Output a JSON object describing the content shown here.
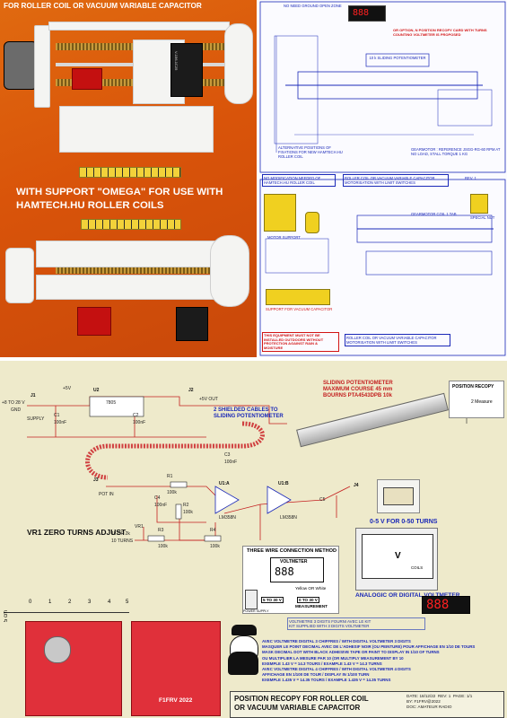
{
  "photo": {
    "caption_top": "FOR ROLLER COIL OR VACUUM VARIABLE CAPACITOR",
    "caption_middle_1": "WITH SUPPORT \"OMEGA\" FOR USE WITH",
    "caption_middle_2": "HAMTECH.HU ROLLER COILS",
    "switch_text": "V-156-1C25"
  },
  "drawing": {
    "note_top_left": "NO NEED GROUND OPEN ZONE",
    "note_option": "OR OPTION, N POSITION RECOPY CARD WITH TURNS COUNTING VOLTMETER IS PROPOSED",
    "pot_label": "10 k SLIDING POTENTIOMETER",
    "alt_positions": "ALTERNATIVE POSITIONS OF FIXATIONS FOR NEW HAMTECH.HU ROLLER COIL",
    "gearmotor_note": "GEARMOTOR : REFERENCE JSGG-RG-60 RPM AT NO LOAD, STALL TORQUE 1 KG",
    "no_modification": "NO MODIFICATION NEEDED OF HAMTECH.HU ROLLER COIL",
    "title_1": "ROLLER COIL OR VACUUM VARIABLE CAPACITOR",
    "title_2": "MOTORISATION WITH LIMIT SWITCHES",
    "rev": "REV. 1",
    "gearmotor_ref": "GEARMOTOR COIL 1 TAB",
    "special_nut": "SPECIAL NUT",
    "motor_support": "MOTOR SUPPORT",
    "support_vacuum": "SUPPORT FOR VACUUM CAPACITOR",
    "warning": "THIS EQUIPMENT MUST NOT BE INSTALLED OUTDOORS WITHOUT PROTECTION AGAINST RAIN & MOISTURE",
    "title_3": "ROLLER COIL OR VACUUM VARIABLE CAPACITOR",
    "title_4": "MOTORISATION WITH LIMIT SWITCHES"
  },
  "schematic": {
    "j1": "J1",
    "j1_label": "+8 TO 28 V",
    "gnd": "GND",
    "supply": "SUPPLY",
    "c1": "C1",
    "c1_val": "100nF",
    "u2": "U2",
    "u2_val": "7805",
    "c2": "C2",
    "c2_val": "100nF",
    "j2": "J2",
    "j2_label": "+5V OUT",
    "plus5v": "+5V",
    "shielded": "2 SHIELDED CABLES TO SLIDING POTENTIOMETER",
    "pot_title_1": "SLIDING POTENTIOMETER",
    "pot_title_2": "MAXIMUM COURSE 45 mm",
    "pot_title_3": "BOURNS PTA4543DPB 10k",
    "position_recopy": "POSITION RECOPY",
    "two_measure": "2 Measure",
    "c3": "C3",
    "c3_val": "100nF",
    "j3": "J3",
    "j3_label": "POT IN",
    "r1": "R1",
    "r1_val": "100k",
    "r2": "R2",
    "r2_val": "100k",
    "c4": "C4",
    "c4_val": "100nF",
    "u1a": "U1:A",
    "u1a_val": "LM358N",
    "u1b": "U1:B",
    "u1b_val": "LM358N",
    "c5": "C5",
    "j4": "J4",
    "vr1": "VR1",
    "vr1_val": "1k OR 2k",
    "vr1_turns": "10 TURNS",
    "r3": "R3",
    "r3_val": "100k",
    "r4": "R4",
    "r4_val": "100k",
    "zero_adjust": "VR1 ZERO TURNS ADJUST",
    "volt_range": "0-5 V FOR 0-50 TURNS",
    "three_wire": "THREE WIRE CONNECTION METHOD",
    "voltmeter": "VOLTMETER",
    "yellow_white": "Yellow OR White",
    "five_to_30": "5 TO 30 V",
    "zero_to_30": "0 TO 30 V",
    "measurement": "MEASUREMENT",
    "power_supply": "POWER SUPPLY",
    "analog_digital": "ANALOGIC OR DIGITAL VOLTMETER",
    "meter_v": "V",
    "meter_coils": "COILS",
    "voltmeter_kit_1": "VOLTMETRE 3 DIGITS FOURNI AVEC LE KIT",
    "voltmeter_kit_2": "KIT SUPPLIED WITH 3 DIGITS VOLTMETER",
    "fr_1": "AVEC VOLTMETRE DIGITAL 3 CHIFFRES  /  WITH DIGITAL VOLTMETER 3 DIGITS",
    "fr_2": "MASQUER LE POINT DECIMAL AVEC DE L'ADHESIF NOIR (OU PEINTURE) POUR AFFICHAGE EN 1/10 DE TOURS",
    "fr_3": "MASK DECIMAL DOT WITH BLACK ADHESIVE TAPE OR PAINT TO DISPLAY IN 1/10 OF TURNS",
    "fr_4": "OU MULTIPLIER LA MESURE PAR 10 (OR MULTIPLY MEASUREMENT BY 10",
    "fr_5": "EXEMPLE 1.43 V = 14.3 TOURS / EXAMPLE 1.43 V = 14.3 TURNS",
    "fr_6": "AVEC VOLTMETRE DIGITAL 4 CHIFFRES  /  WITH DIGITAL VOLTMETER 4 DIGITS",
    "fr_7": "AFFICHAGE EN 1/100 DE TOUR  /  DISPLAY IN 1/100 TURN",
    "fr_8": "EXEMPLE 1.435 V = 14.35 TOURS / EXAMPLE 1.435 V = 14.35 TURNS",
    "ruler_unit": "5 cm",
    "ruler_nums": [
      "0",
      "1",
      "2",
      "3",
      "4",
      "5"
    ],
    "pcb_label": "F1FRV 2022",
    "final_title_1": "POSITION RECOPY FOR ROLLER COIL",
    "final_title_2": "OR VACUUM VARIABLE CAPACITOR",
    "date_label": "DATE:",
    "date_val": "18/12/22",
    "rev_label": "REV:",
    "rev_val": "1",
    "page_label": "PAGE:",
    "page_val": "1/1",
    "by_label": "BY:",
    "by_val": "F1FRV@2022",
    "doc_label": "DOC:",
    "doc_val": "AMATEUR RADIO"
  }
}
